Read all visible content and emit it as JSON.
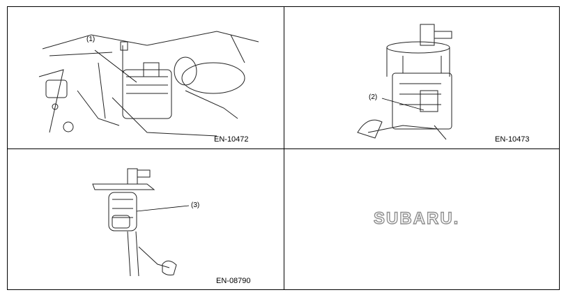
{
  "figures": [
    {
      "code": "EN-10472",
      "callout": "(1)",
      "icon": "fuel-pump-installed-illustration"
    },
    {
      "code": "EN-10473",
      "callout": "(2)",
      "icon": "fuel-pump-assembly-illustration"
    },
    {
      "code": "EN-08790",
      "callout": "(3)",
      "icon": "fuel-sender-unit-illustration"
    }
  ],
  "logo": {
    "text": "SUBARU.",
    "color": "#8e8e8e"
  }
}
